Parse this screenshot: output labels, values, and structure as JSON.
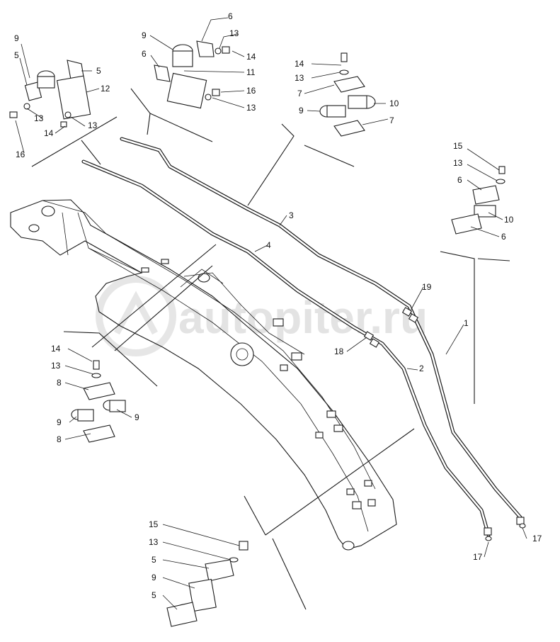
{
  "watermark": "autopiter.ru",
  "callouts": [
    {
      "id": "c1",
      "text": "9"
    },
    {
      "id": "c2",
      "text": "5"
    },
    {
      "id": "c3",
      "text": "5"
    },
    {
      "id": "c4",
      "text": "12"
    },
    {
      "id": "c5",
      "text": "13"
    },
    {
      "id": "c6",
      "text": "14"
    },
    {
      "id": "c7",
      "text": "13"
    },
    {
      "id": "c8",
      "text": "16"
    },
    {
      "id": "c9",
      "text": "6"
    },
    {
      "id": "c10",
      "text": "9"
    },
    {
      "id": "c11",
      "text": "13"
    },
    {
      "id": "c12",
      "text": "6"
    },
    {
      "id": "c13",
      "text": "14"
    },
    {
      "id": "c14",
      "text": "11"
    },
    {
      "id": "c15",
      "text": "16"
    },
    {
      "id": "c16",
      "text": "13"
    },
    {
      "id": "c17",
      "text": "14"
    },
    {
      "id": "c18",
      "text": "13"
    },
    {
      "id": "c19",
      "text": "7"
    },
    {
      "id": "c20",
      "text": "10"
    },
    {
      "id": "c21",
      "text": "9"
    },
    {
      "id": "c22",
      "text": "7"
    },
    {
      "id": "c23",
      "text": "15"
    },
    {
      "id": "c24",
      "text": "13"
    },
    {
      "id": "c25",
      "text": "6"
    },
    {
      "id": "c26",
      "text": "10"
    },
    {
      "id": "c27",
      "text": "6"
    },
    {
      "id": "c28",
      "text": "3"
    },
    {
      "id": "c29",
      "text": "4"
    },
    {
      "id": "c30",
      "text": "19"
    },
    {
      "id": "c31",
      "text": "1"
    },
    {
      "id": "c32",
      "text": "18"
    },
    {
      "id": "c33",
      "text": "2"
    },
    {
      "id": "c34",
      "text": "14"
    },
    {
      "id": "c35",
      "text": "13"
    },
    {
      "id": "c36",
      "text": "8"
    },
    {
      "id": "c37",
      "text": "9"
    },
    {
      "id": "c38",
      "text": "9"
    },
    {
      "id": "c39",
      "text": "8"
    },
    {
      "id": "c40",
      "text": "15"
    },
    {
      "id": "c41",
      "text": "13"
    },
    {
      "id": "c42",
      "text": "5"
    },
    {
      "id": "c43",
      "text": "9"
    },
    {
      "id": "c44",
      "text": "5"
    },
    {
      "id": "c45",
      "text": "17"
    },
    {
      "id": "c46",
      "text": "17"
    }
  ]
}
